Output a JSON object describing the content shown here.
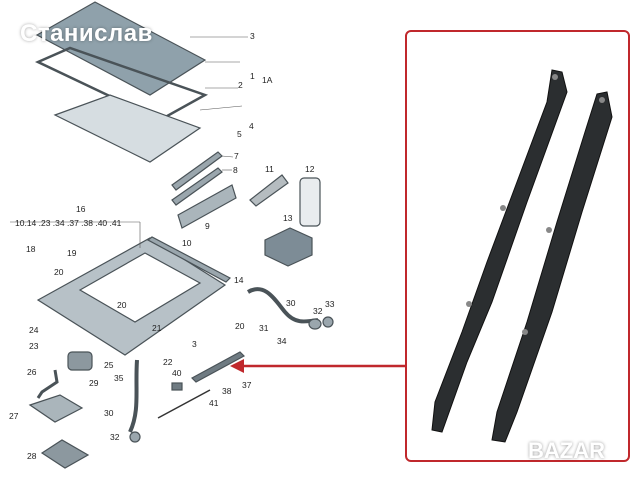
{
  "watermark": "Станислав",
  "photo_watermark": "BAZAR",
  "accent_color": "#c0282c",
  "callouts": [
    "3",
    "1",
    "1A",
    "2",
    "4",
    "5",
    "7",
    "8",
    "9",
    "11",
    "12",
    "13",
    "16",
    "10.14 .23 .34 .37 .38 .40 .41",
    "10",
    "18",
    "19",
    "20",
    "20",
    "20",
    "14",
    "30",
    "33",
    "32",
    "31",
    "21",
    "34",
    "24",
    "23",
    "3",
    "22",
    "25",
    "40",
    "26",
    "29",
    "35",
    "38",
    "37",
    "41",
    "27",
    "30",
    "32",
    "28"
  ]
}
